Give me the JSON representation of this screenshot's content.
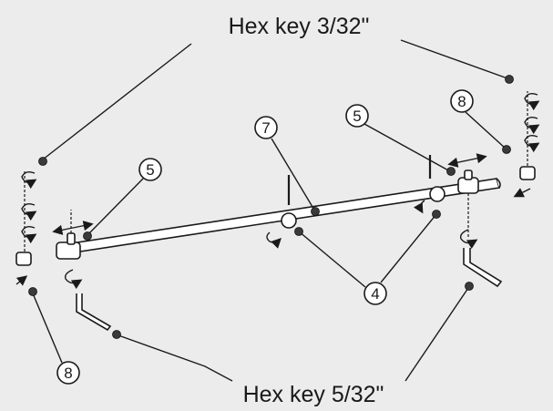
{
  "labels": {
    "hex_key_top": "Hex key 3/32\"",
    "hex_key_bottom": "Hex key 5/32\""
  },
  "callouts": {
    "c7": "7",
    "c5_left": "5",
    "c5_right": "5",
    "c8_top": "8",
    "c8_bottom": "8",
    "c4": "4"
  }
}
